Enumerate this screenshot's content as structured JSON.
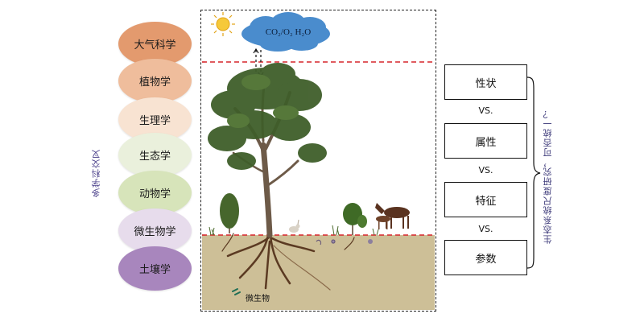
{
  "left_caption": "多学科交叉",
  "disciplines": [
    {
      "label": "大气科学",
      "color": "#e39a6e"
    },
    {
      "label": "植物学",
      "color": "#efbd9c"
    },
    {
      "label": "生理学",
      "color": "#f8e3d2"
    },
    {
      "label": "生态学",
      "color": "#eaf0dc"
    },
    {
      "label": "动物学",
      "color": "#d7e4ba"
    },
    {
      "label": "微生物学",
      "color": "#e7dcec"
    },
    {
      "label": "土壤学",
      "color": "#a886bd"
    }
  ],
  "scene": {
    "cloud_text": "CO₂/O₂ H₂O",
    "microbe_label": "微生物"
  },
  "right_boxes": [
    "性状",
    "属性",
    "特征",
    "参数"
  ],
  "vs_label": "VS.",
  "right_caption": "生态系统尺度研究，可否统一？"
}
